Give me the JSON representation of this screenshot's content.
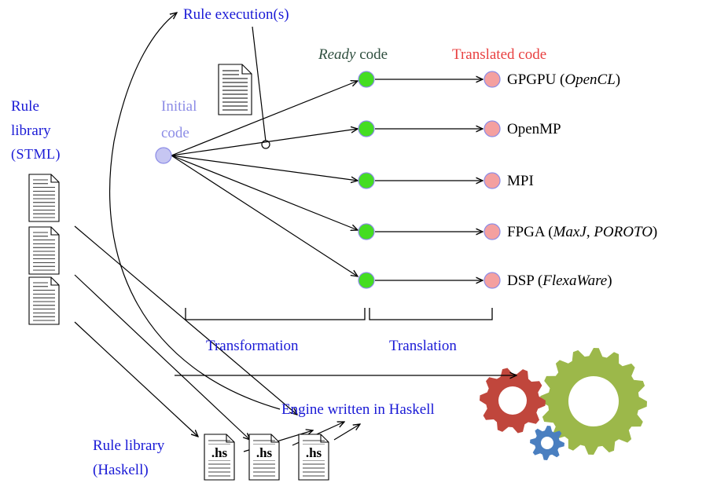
{
  "labels": {
    "rule_execution": "Rule execution(s)",
    "ready_italic": "Ready",
    "ready_rest": " code",
    "translated_code": "Translated code",
    "initial_line1": "Initial",
    "initial_line2": "code",
    "rule_lib_line1": "Rule",
    "rule_lib_line2": "library",
    "rule_lib_line3": "(STML)",
    "transformation": "Transformation",
    "translation": "Translation",
    "engine": "Engine written in Haskell",
    "rule_lib_h_line1": "Rule library",
    "rule_lib_h_line2": "(Haskell)",
    "hs_ext": ".hs"
  },
  "targets": [
    {
      "prefix": "GPGPU (",
      "italic": "OpenCL",
      "italic2": "",
      "suffix": ")"
    },
    {
      "prefix": "OpenMP",
      "italic": "",
      "italic2": "",
      "suffix": ""
    },
    {
      "prefix": "MPI",
      "italic": "",
      "italic2": "",
      "suffix": ""
    },
    {
      "prefix": "FPGA (",
      "italic": "MaxJ",
      "mid": ", ",
      "italic2": "POROTO",
      "suffix": ")"
    },
    {
      "prefix": "DSP (",
      "italic": "FlexaWare",
      "italic2": "",
      "suffix": ")"
    }
  ],
  "colors": {
    "initial_node": "#c6c6f2",
    "initial_text": "#8c8ce6",
    "ready_node": "#44dd22",
    "translated_node": "#f4a0a0",
    "translated_text": "#e84040",
    "ready_text": "#2f4f3f",
    "accent_blue": "#1a1ad6",
    "gear_red": "#c0463c",
    "gear_green": "#9cb84a",
    "gear_blue": "#4a7fc0"
  }
}
